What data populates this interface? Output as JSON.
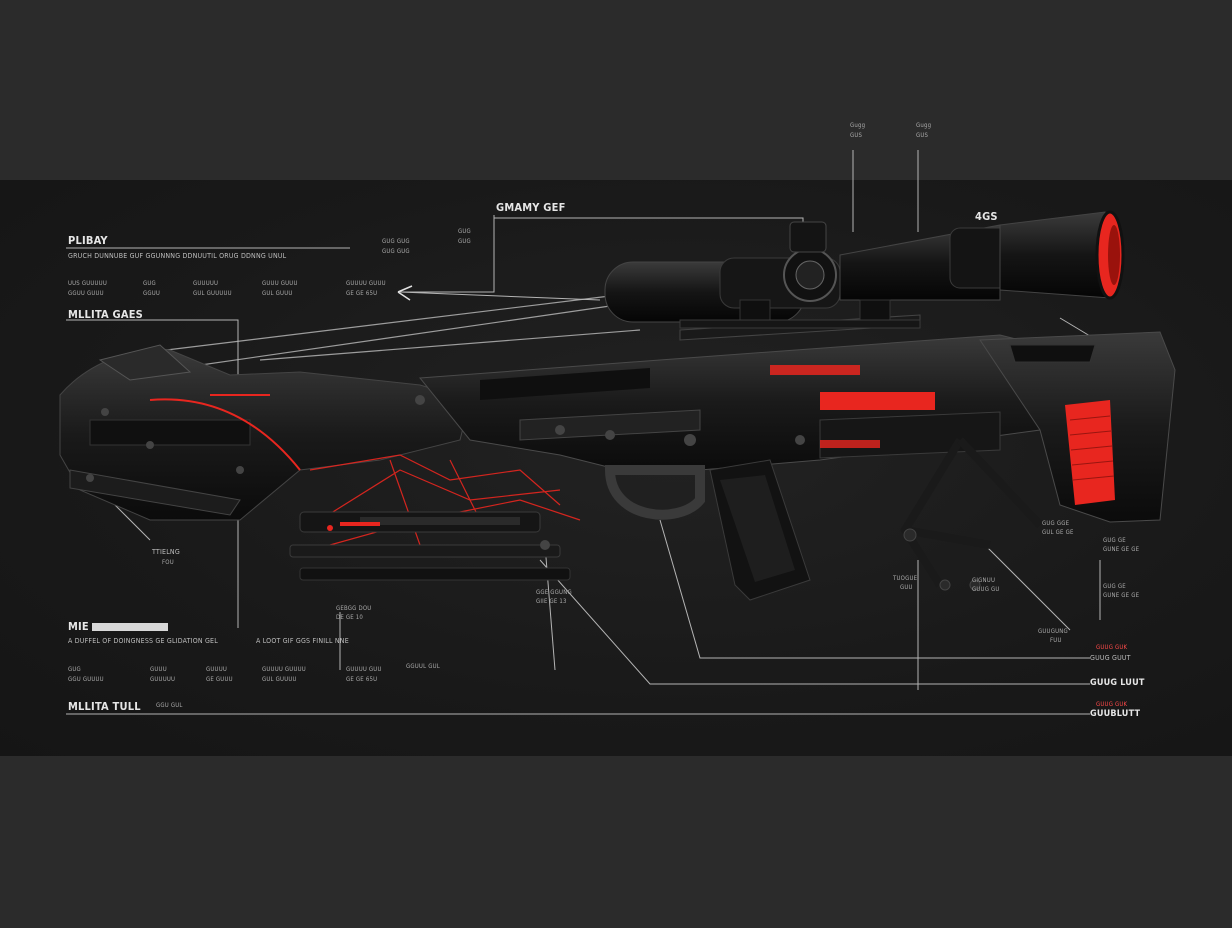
{
  "headings": {
    "top_left": "PLIBAY",
    "section_1": "MLLITA GAES",
    "section_2": "MIE",
    "section_bottom": "MLLITA TULL",
    "scope_title": "GMAMY GEF",
    "scope_mark": "4GS"
  },
  "text": {
    "top_desc": "GRUCH DUNNUBE GUF GGUNNNG DDNUUTIL ORUG DDNNG UNUL",
    "sec2_desc": "A DUFFEL OF DOINGNESS GE GLIDATION GEL",
    "sec2_note": "A LOOT GIF GGS FINILL NNE",
    "bottom_tag": "GGUUL GUL",
    "bottom_tag2": "GGU GUL",
    "left_mid_1": "TTIELNG",
    "left_mid_2": "FOU",
    "center_lower_1": "GEBGG DOU",
    "center_lower_2": "DE GE 10",
    "mid_1": "GGE GGUNG",
    "mid_2": "GIIE GE 13",
    "right_mid_1": "TUOGUE",
    "right_mid_2": "GUU",
    "right_mid_3": "GIGNUU",
    "right_mid_4": "GUUG GU",
    "right_1": "GUG GGE",
    "right_2": "GUL GE GE",
    "right_3": "GUG GE",
    "right_4": "GUNE GE GE",
    "right_5": "GUG GE",
    "right_6": "GUNE GE GE",
    "right_7": "GUUGUNG",
    "right_8": "FUU",
    "right_red_1": "GUUG GUK",
    "right_red_2": "GUUG GUUT",
    "right_bottom_1": "GUUG LUUT",
    "right_bottom_2": "GUUBLUTT",
    "top_callout_1": "Gugg",
    "top_callout_2": "GUS",
    "top_callout_3": "Gugg",
    "top_callout_4": "GUS",
    "scope_small_1": "GUG GUG",
    "scope_small_2": "GUG GUG",
    "scope_small_3": "GUG",
    "scope_small_4": "GUG"
  },
  "spec_rows_1": [
    [
      "UUS GUUUUU",
      "GGUU GUUU"
    ],
    [
      "GUG",
      "GGUU"
    ],
    [
      "GUUUUU",
      "GUL GUUUUU"
    ],
    [
      "GUUU GUUU",
      "GUL GUUU"
    ],
    [
      "GUUUU GUUU",
      "GE GE 65U"
    ]
  ],
  "spec_rows_2": [
    [
      "GUG",
      "GGU GUUUU"
    ],
    [
      "GUUU",
      "GUUUUU"
    ],
    [
      "GUUUU",
      "GE GUUU"
    ],
    [
      "GUUUU GUUUU",
      "GUL GUUUU"
    ],
    [
      "GUUUU GUU",
      "GE GE 65U"
    ]
  ],
  "colors": {
    "accent": "#e8261f",
    "frame": "#0c0c0c",
    "line": "#d0d0d0"
  }
}
